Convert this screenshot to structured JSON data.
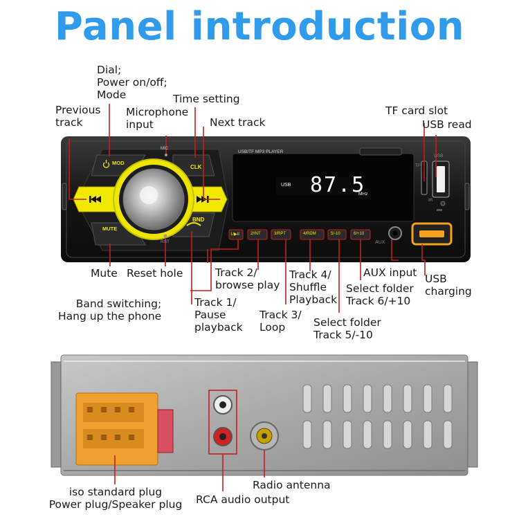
{
  "title": "Panel introduction",
  "colors": {
    "title": "#2f9bea",
    "callout": "#c41e1e",
    "yellow": "#f2e900",
    "usb_port": "#f7a21b",
    "lcd_digits": "#ffffff",
    "connector": "#f0a030"
  },
  "panel": {
    "lcd_small": "USB/TF MP3 PLAYER",
    "mic": "MIC",
    "rst": "RST",
    "aux": "AUX",
    "tf": "TF",
    "usb": "USB",
    "ir": "IR",
    "display": {
      "source": "USB",
      "frequency": "87.5",
      "unit": "MHz"
    },
    "buttons": {
      "mod": "MOD",
      "clk": "CLK",
      "bnd": "BND",
      "mute": "MUTE",
      "prev_icon": "previous-icon",
      "next_icon": "next-icon",
      "b1": "1/▶II",
      "b2": "2/INT",
      "b3": "3/RPT",
      "b4": "4/RDM",
      "b5": "5/-10",
      "b6": "6/+10"
    }
  },
  "labels": {
    "dial": "Dial;\nPower on/off;\nMode",
    "time_setting": "Time setting",
    "previous_track": "Previous\ntrack",
    "microphone_input": "Microphone\ninput",
    "next_track": "Next track",
    "tf_card_slot": "TF card slot",
    "usb_read": "USB read",
    "mute": "Mute",
    "reset_hole": "Reset hole",
    "track2": "Track 2/\nbrowse play",
    "track4": "Track 4/\nShuffle\nPlayback",
    "aux_input": "AUX input",
    "select_folder_6": "Select folder\nTrack 6/+10",
    "usb_charging": "USB\ncharging",
    "band_switching": "Band switching;\nHang up the phone",
    "track1": "Track 1/\nPause\nplayback",
    "track3": "Track 3/\nLoop",
    "select_folder_5": "Select folder\nTrack 5/-10",
    "iso_plug": "iso standard plug\nPower plug/Speaker plug",
    "rca_output": "RCA audio output",
    "radio_antenna": "Radio antenna"
  }
}
